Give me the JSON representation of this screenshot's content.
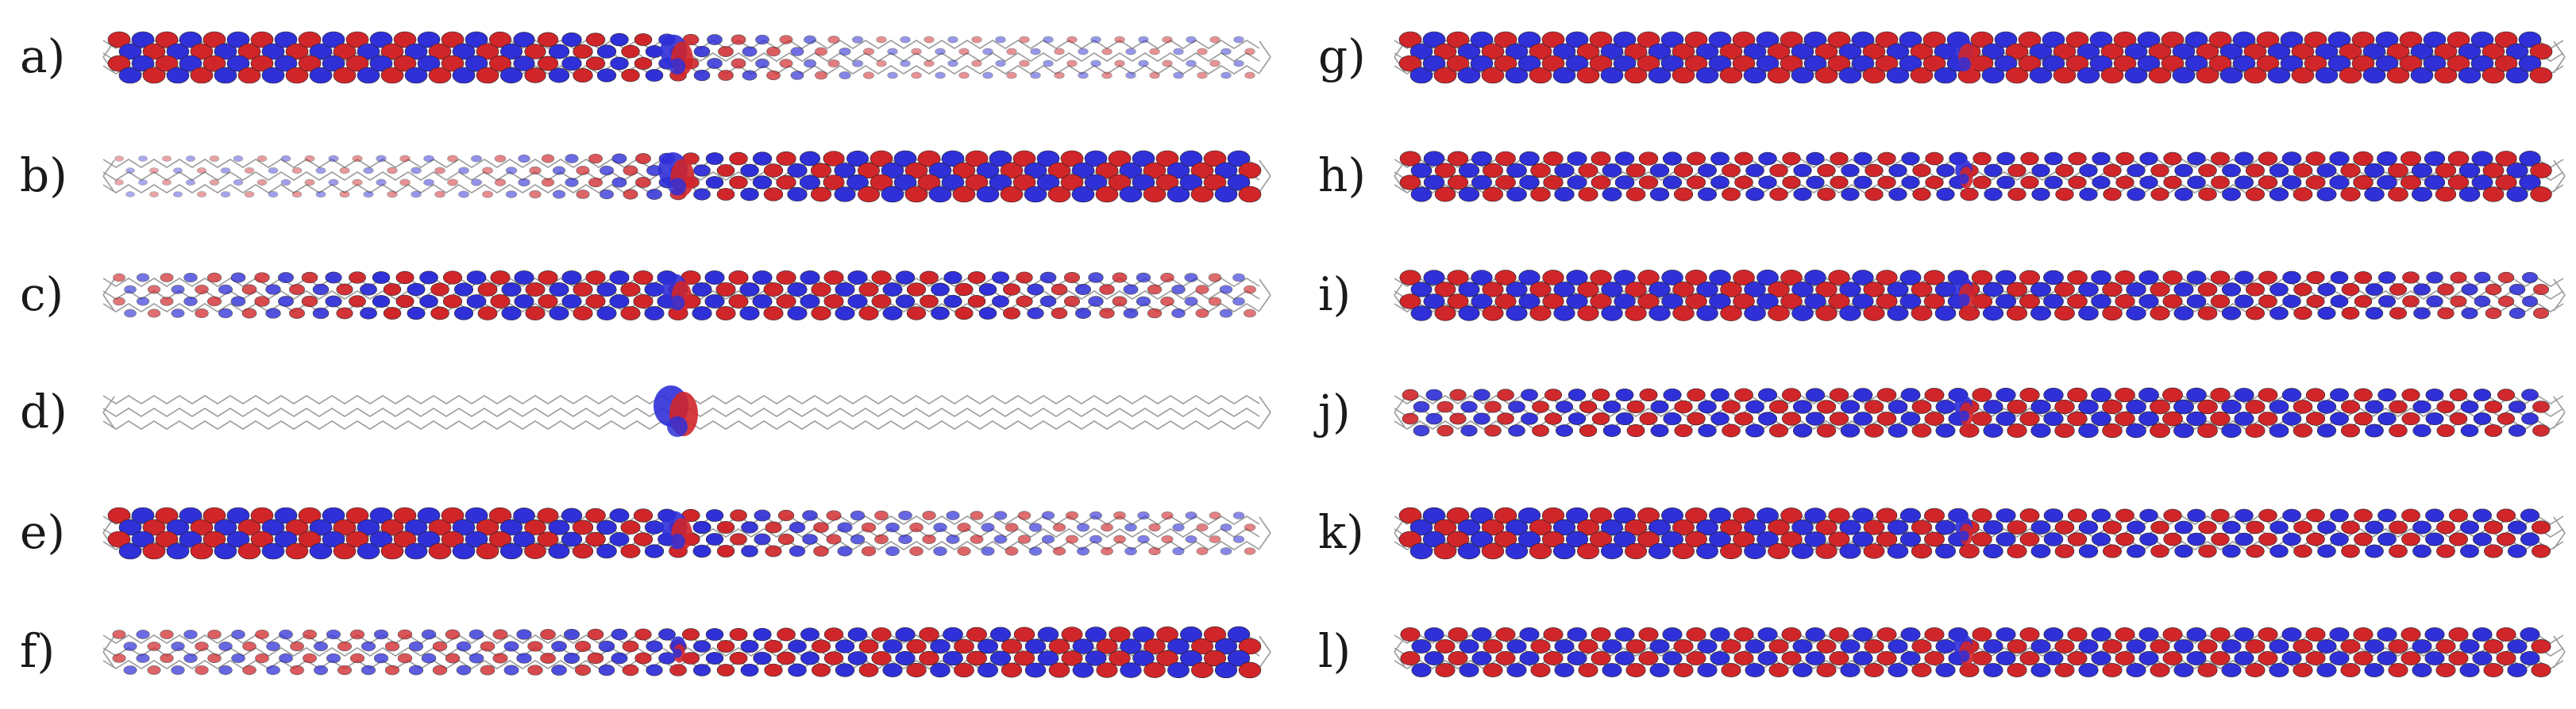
{
  "colors": {
    "positive": "#d0262a",
    "negative": "#3030d8",
    "backbone": "#8a8a8a"
  },
  "panels": [
    {
      "label": "a)",
      "profile": [
        1.0,
        1.0,
        0.15,
        0.15
      ],
      "defect": 0.65
    },
    {
      "label": "b)",
      "profile": [
        0.05,
        0.18,
        1.0,
        1.0
      ],
      "defect": 0.75
    },
    {
      "label": "c)",
      "profile": [
        0.25,
        0.8,
        0.8,
        0.25
      ],
      "defect": 0.55
    },
    {
      "label": "d)",
      "profile": [
        0.0,
        0.0,
        0.0,
        0.0
      ],
      "defect": 1.0
    },
    {
      "label": "e)",
      "profile": [
        1.0,
        1.0,
        0.4,
        0.2
      ],
      "defect": 0.6
    },
    {
      "label": "f)",
      "profile": [
        0.35,
        0.45,
        0.8,
        1.0
      ],
      "defect": 0.1
    },
    {
      "label": "g)",
      "profile": [
        1.0,
        1.0,
        1.0,
        1.0
      ],
      "defect": 0.5
    },
    {
      "label": "h)",
      "profile": [
        0.9,
        0.7,
        0.7,
        0.95
      ],
      "defect": 0.2
    },
    {
      "label": "i)",
      "profile": [
        0.9,
        0.95,
        0.8,
        0.5
      ],
      "defect": 0.35
    },
    {
      "label": "j)",
      "profile": [
        0.55,
        0.75,
        0.85,
        0.6
      ],
      "defect": 0.25
    },
    {
      "label": "k)",
      "profile": [
        1.0,
        0.95,
        0.7,
        0.75
      ],
      "defect": 0.2
    },
    {
      "label": "l)",
      "profile": [
        0.8,
        0.8,
        0.8,
        0.8
      ],
      "defect": 0.3
    }
  ]
}
